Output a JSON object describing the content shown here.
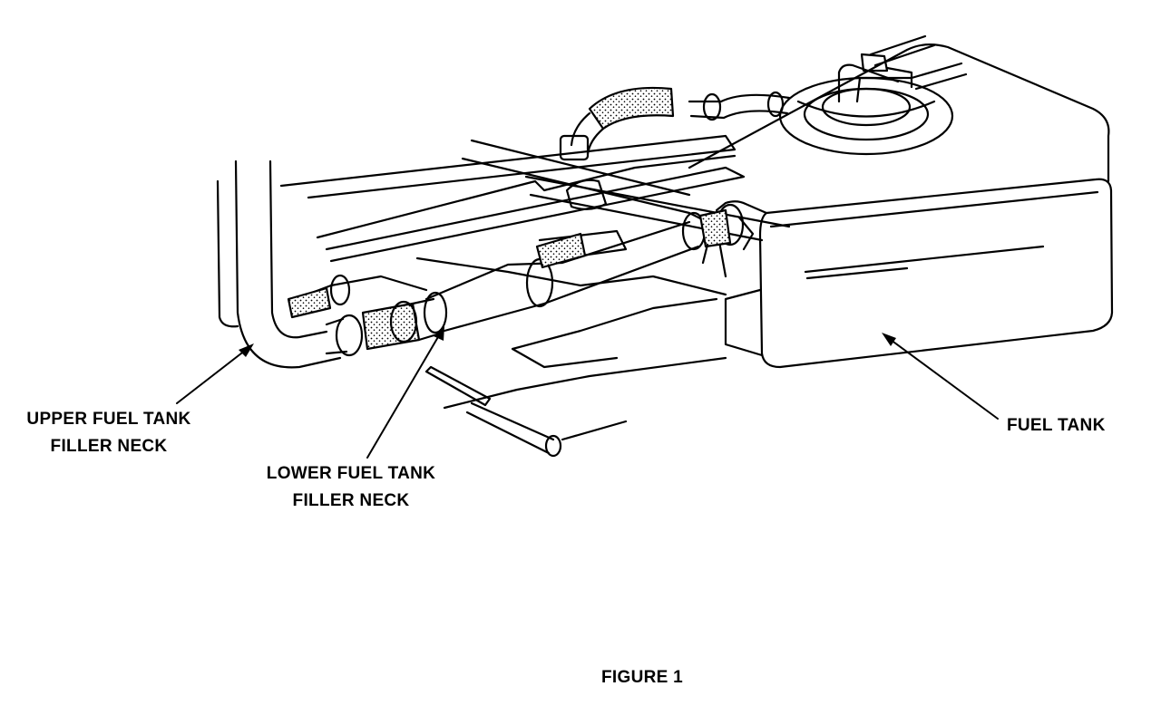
{
  "labels": {
    "upper_neck": [
      "UPPER FUEL TANK",
      "FILLER NECK"
    ],
    "lower_neck": [
      "LOWER FUEL TANK",
      "FILLER NECK"
    ],
    "fuel_tank": "FUEL TANK"
  },
  "caption": "FIGURE 1",
  "colors": {
    "ink": "#000000",
    "paper": "#ffffff",
    "hose_fill": "#d9d9d9"
  }
}
